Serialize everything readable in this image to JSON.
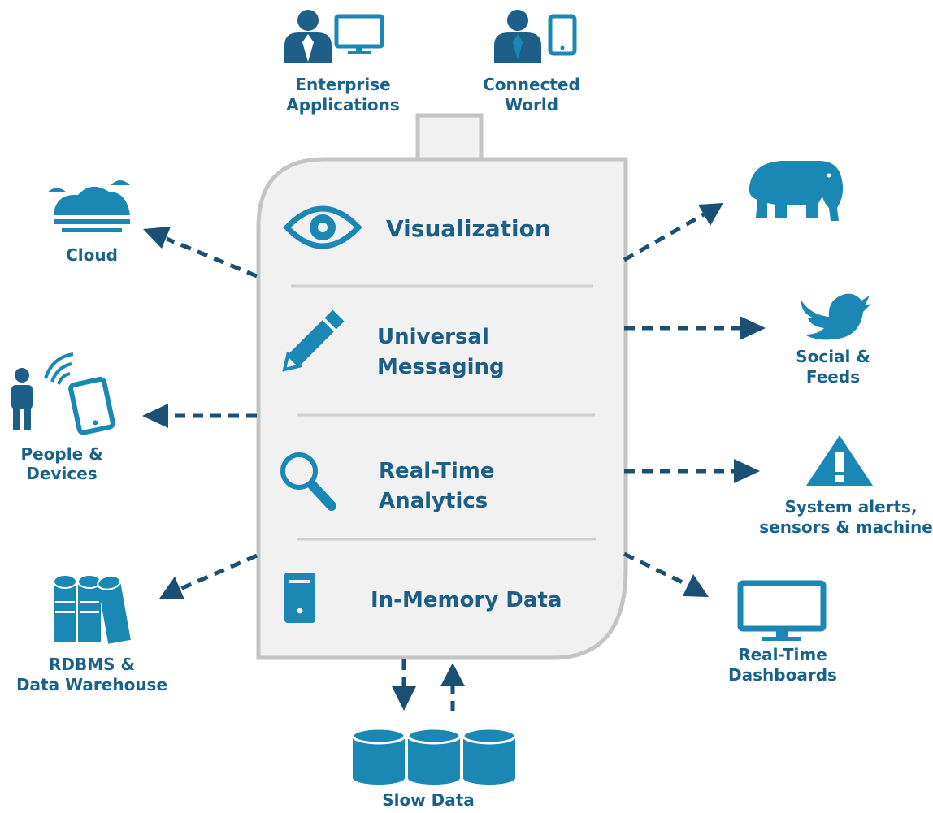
{
  "hub": {
    "layers": [
      {
        "label_lines": [
          "Visualization"
        ],
        "icon": "eye-icon"
      },
      {
        "label_lines": [
          "Universal",
          "Messaging"
        ],
        "icon": "pencil-icon"
      },
      {
        "label_lines": [
          "Real-Time",
          "Analytics"
        ],
        "icon": "magnifier-icon"
      },
      {
        "label_lines": [
          "In-Memory Data"
        ],
        "icon": "server-icon"
      }
    ]
  },
  "nodes": {
    "enterprise": {
      "lines": [
        "Enterprise",
        "Applications"
      ],
      "icon": "business-user-monitor-icon"
    },
    "connected": {
      "lines": [
        "Connected",
        "World"
      ],
      "icon": "business-user-tablet-icon"
    },
    "cloud": {
      "lines": [
        "Cloud"
      ],
      "icon": "cloud-icon"
    },
    "people": {
      "lines": [
        "People &",
        "Devices"
      ],
      "icon": "person-tablet-wifi-icon"
    },
    "rdbms": {
      "lines": [
        "RDBMS &",
        "Data Warehouse"
      ],
      "icon": "database-stack-icon"
    },
    "slow": {
      "lines": [
        "Slow Data"
      ],
      "icon": "storage-cylinders-icon"
    },
    "hadoop": {
      "lines": [],
      "icon": "elephant-icon"
    },
    "social": {
      "lines": [
        "Social &",
        "Feeds"
      ],
      "icon": "bird-icon"
    },
    "alerts": {
      "lines": [
        "System alerts,",
        "sensors & machines"
      ],
      "icon": "warning-triangle-icon"
    },
    "dashboards": {
      "lines": [
        "Real-Time",
        "Dashboards"
      ],
      "icon": "monitor-icon"
    }
  },
  "colors": {
    "icon": "#1b87b5",
    "label": "#1a6289",
    "arrow": "#1b4f74",
    "hub_fill": "#f1f1f1",
    "hub_border": "#c4c4c4"
  }
}
